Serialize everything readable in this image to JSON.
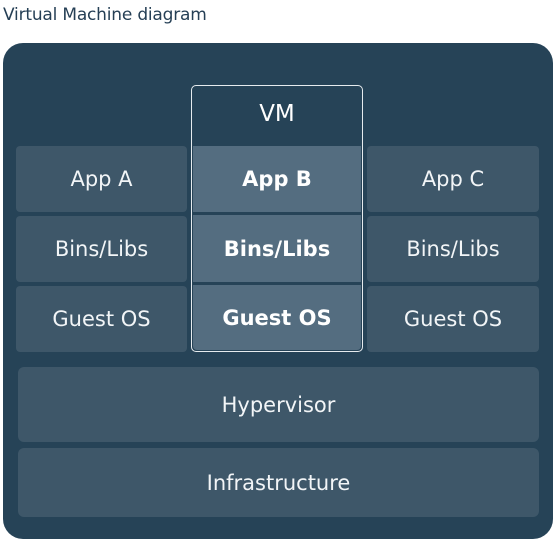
{
  "title": "Virtual Machine diagram",
  "vm_label": "VM",
  "columns": [
    {
      "app": "App A",
      "bins": "Bins/Libs",
      "os": "Guest OS"
    },
    {
      "app": "App B",
      "bins": "Bins/Libs",
      "os": "Guest OS"
    },
    {
      "app": "App C",
      "bins": "Bins/Libs",
      "os": "Guest OS"
    }
  ],
  "hypervisor": "Hypervisor",
  "infrastructure": "Infrastructure",
  "colors": {
    "frame": "#264357",
    "cell": "#3e5769",
    "vm_cell": "#546d80",
    "title": "#253f55"
  }
}
